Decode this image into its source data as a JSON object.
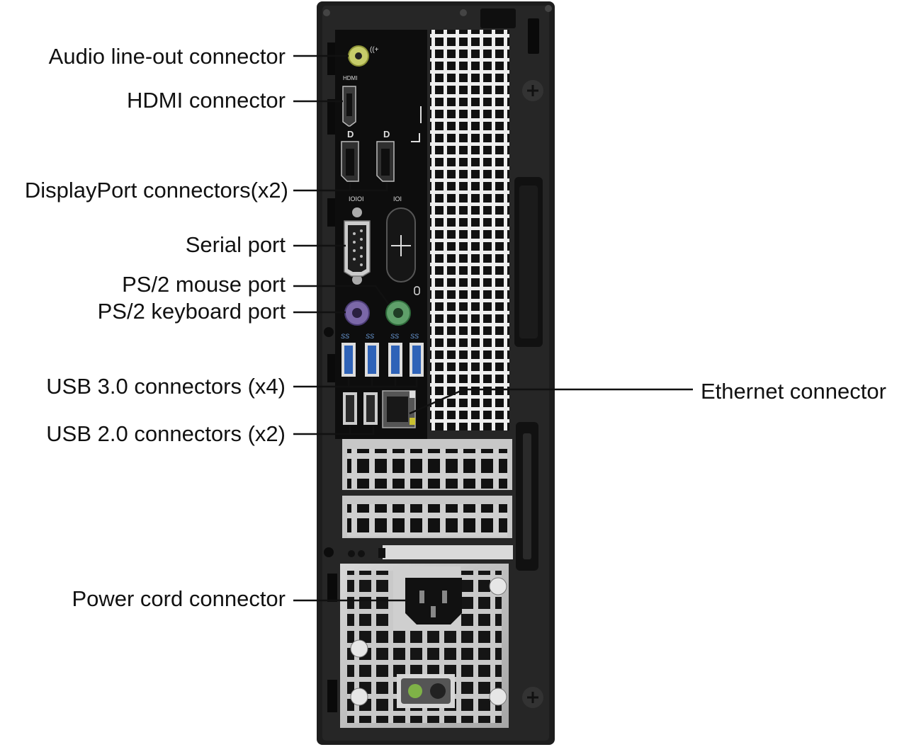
{
  "labels": {
    "audio_line_out": "Audio line-out connector",
    "hdmi": "HDMI connector",
    "displayport": "DisplayPort connectors(x2)",
    "serial": "Serial port",
    "ps2_mouse": "PS/2 mouse port",
    "ps2_keyboard": "PS/2 keyboard port",
    "usb3": "USB 3.0 connectors (x4)",
    "usb2": "USB 2.0 connectors (x2)",
    "ethernet": "Ethernet connector",
    "power": "Power cord connector"
  },
  "port_markings": {
    "hdmi": "HDMI",
    "usb3": "SS"
  },
  "colors": {
    "chassis": "#1c1c1c",
    "panel": "#0e0e0e",
    "metal": "#b9b9b9",
    "audio_green": "#b9c25a",
    "mouse_green": "#5fa06a",
    "keyboard_purple": "#7b68a8",
    "usb3_blue": "#2f63b8",
    "leader_line": "#111111"
  }
}
